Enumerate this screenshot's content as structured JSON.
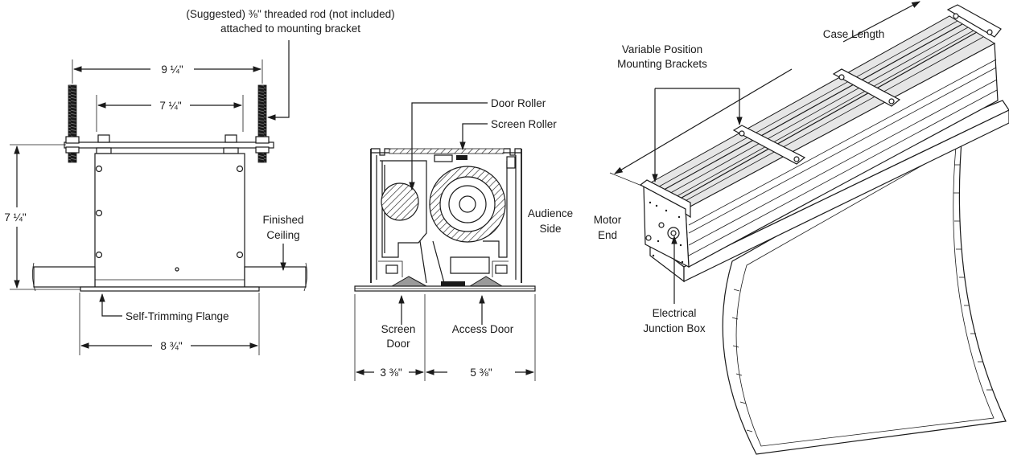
{
  "left_view": {
    "rod_note_line1": "(Suggested) ⅜\" threaded rod (not included)",
    "rod_note_line2": "attached to mounting bracket",
    "dim_outer_width": "9 ¼\"",
    "dim_inner_width": "7 ¼\"",
    "dim_height": "7 ¼\"",
    "finished_ceiling_line1": "Finished",
    "finished_ceiling_line2": "Ceiling",
    "flange_label": "Self-Trimming Flange",
    "dim_flange_width": "8 ¾\""
  },
  "section_view": {
    "door_roller": "Door Roller",
    "screen_roller": "Screen Roller",
    "audience_side_line1": "Audience",
    "audience_side_line2": "Side",
    "screen_door_line1": "Screen",
    "screen_door_line2": "Door",
    "access_door": "Access Door",
    "dim_screen_door": "3 ⅜\"",
    "dim_access_door": "5 ⅜\""
  },
  "iso_view": {
    "case_length": "Case Length",
    "brackets_line1": "Variable Position",
    "brackets_line2": "Mounting Brackets",
    "motor_end_line1": "Motor",
    "motor_end_line2": "End",
    "junction_line1": "Electrical",
    "junction_line2": "Junction Box"
  }
}
